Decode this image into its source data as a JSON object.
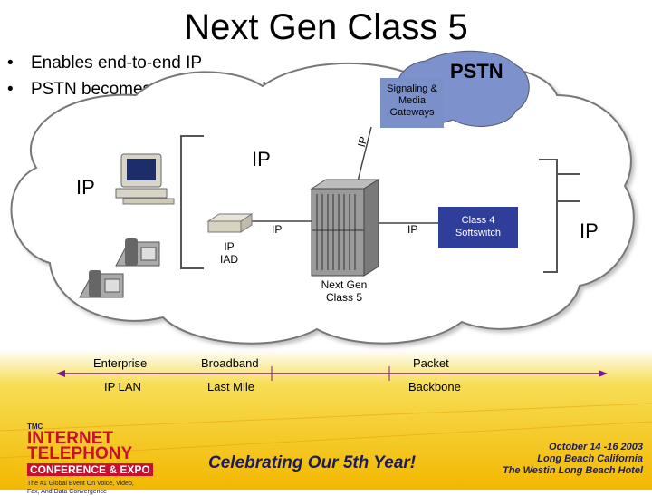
{
  "slide": {
    "title": "Next Gen Class 5",
    "bullets": [
      "Enables end-to-end IP",
      "PSTN becomes legacy network"
    ]
  },
  "diagram": {
    "pstn": "PSTN",
    "gateway": [
      "Signaling &",
      "Media",
      "Gateways"
    ],
    "ip_gateway_link": "IP",
    "ip_cloud_top": "IP",
    "ip_left": "IP",
    "ip_right": "IP",
    "ip_iad_link": "IP",
    "ip_softswitch_link": "IP",
    "iad": [
      "IP",
      "IAD"
    ],
    "softswitch": [
      "Class 4",
      "Softswitch"
    ],
    "class5": [
      "Next Gen",
      "Class 5"
    ]
  },
  "scale": {
    "enterprise": "Enterprise",
    "ip_lan": "IP LAN",
    "broadband": "Broadband",
    "last_mile": "Last Mile",
    "packet": "Packet",
    "backbone": "Backbone"
  },
  "footer": {
    "conference_small": "TMC",
    "conference_name": [
      "INTERNET",
      "TELEPHONY",
      "CONFERENCE & EXPO"
    ],
    "conference_tagline": [
      "The #1 Global Event On Voice, Video,",
      "Fax, And Data Convergence"
    ],
    "slogan": "Celebrating Our 5th Year!",
    "event_details": [
      "October 14 -16 2003",
      "Long Beach California",
      "The Westin Long Beach Hotel"
    ]
  },
  "colors": {
    "cloud": "#8a8a8a",
    "pstn_box": "#5a6fa8",
    "gateway_box": "#7b8fc8",
    "softswitch_box": "#2e3e99",
    "banner_gold": "#f2c300",
    "banner_text": "#1b1b5e"
  }
}
